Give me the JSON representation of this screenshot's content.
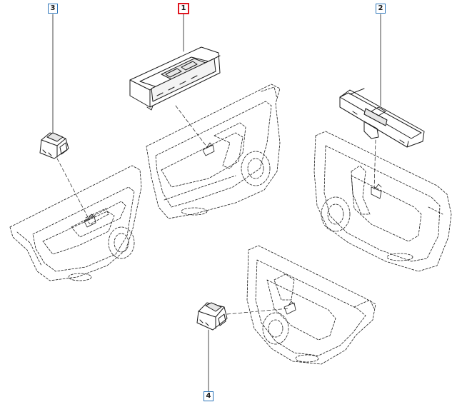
{
  "diagram": {
    "callouts": [
      {
        "id": "1",
        "label": "1",
        "selected": true
      },
      {
        "id": "2",
        "label": "2",
        "selected": false
      },
      {
        "id": "3",
        "label": "3",
        "selected": false
      },
      {
        "id": "4",
        "label": "4",
        "selected": false
      }
    ],
    "colors": {
      "callout_border": "#2b74b8",
      "selected_border": "#e0141e",
      "line": "#1a1a1a",
      "background": "#ffffff"
    }
  }
}
